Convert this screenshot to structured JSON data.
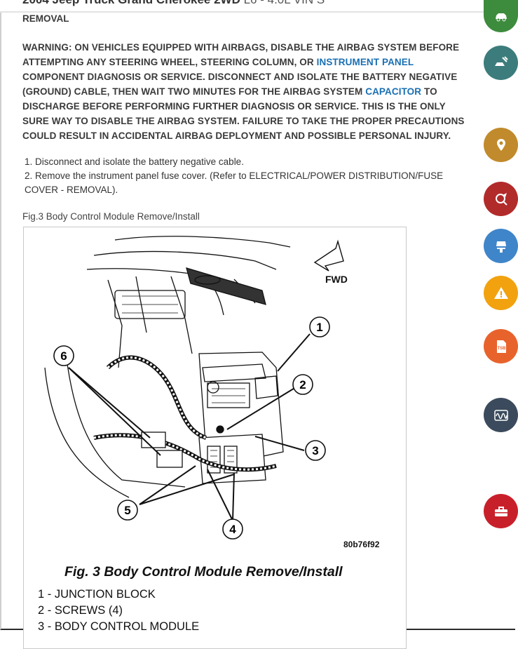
{
  "page": {
    "title": "2004 Jeep Truck Grand Cherokee 2WD",
    "title_engine": "L6 - 4.0L VIN S",
    "heading": "REMOVAL"
  },
  "warning": {
    "part1": " WARNING: ON VEHICLES EQUIPPED WITH AIRBAGS, DISABLE THE AIRBAG SYSTEM BEFORE ATTEMPTING ANY STEERING WHEEL, STEERING COLUMN, OR ",
    "link1": "INSTRUMENT PANEL",
    "part2": " COMPONENT DIAGNOSIS OR SERVICE. DISCONNECT AND ISOLATE THE BATTERY NEGATIVE (GROUND) CABLE, THEN WAIT TWO MINUTES FOR THE AIRBAG SYSTEM ",
    "link2": "CAPACITOR",
    "part3": " TO DISCHARGE BEFORE PERFORMING FURTHER DIAGNOSIS OR SERVICE. THIS IS THE ONLY SURE WAY TO DISABLE THE AIRBAG SYSTEM. FAILURE TO TAKE THE PROPER PRECAUTIONS COULD RESULT IN ACCIDENTAL AIRBAG DEPLOYMENT AND POSSIBLE PERSONAL INJURY."
  },
  "steps": [
    "1. Disconnect and isolate the battery negative cable.",
    "2. Remove the instrument panel fuse cover. (Refer to ELECTRICAL/POWER DISTRIBUTION/FUSE COVER - REMOVAL)."
  ],
  "figure": {
    "caption": "Fig.3 Body Control Module Remove/Install",
    "title": "Fig. 3 Body Control Module Remove/Install",
    "fwd_label": "FWD",
    "image_code": "80b76f92",
    "callouts": [
      "1",
      "2",
      "3",
      "4",
      "5",
      "6"
    ],
    "legend": [
      "1 - JUNCTION BLOCK",
      "2 - SCREWS (4)",
      "3 - BODY CONTROL MODULE"
    ]
  },
  "sidebar": {
    "buttons": [
      {
        "name": "vehicle-icon",
        "color": "#3d8b3d"
      },
      {
        "name": "repair-tools-icon",
        "color": "#3c7c7c"
      },
      {
        "name": "location-pin-icon",
        "color": "#c18a2c"
      },
      {
        "name": "component-locator-icon",
        "color": "#b22b2b"
      },
      {
        "name": "vehicle-lift-icon",
        "color": "#3f85c9"
      },
      {
        "name": "warning-icon",
        "color": "#f2a20f"
      },
      {
        "name": "tsb-document-icon",
        "color": "#e8632c"
      },
      {
        "name": "waveform-icon",
        "color": "#3b4a5c"
      },
      {
        "name": "toolbox-icon",
        "color": "#c8202b"
      }
    ]
  }
}
